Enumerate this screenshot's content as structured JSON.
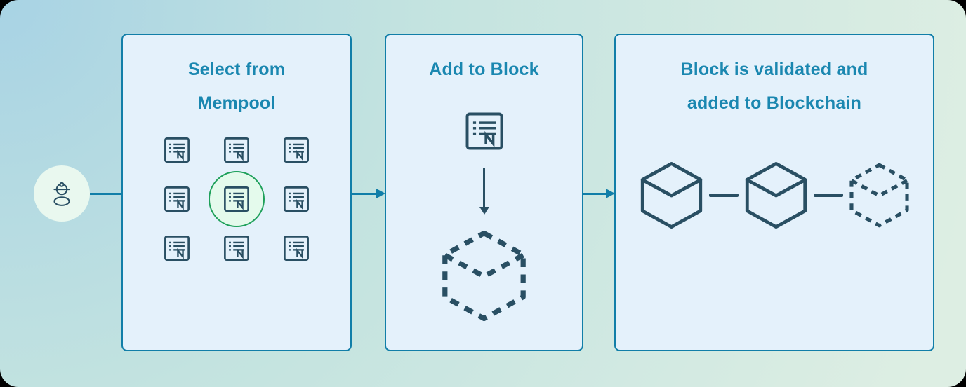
{
  "diagram": {
    "actor": {
      "label": "miner",
      "icon": "miner-icon"
    },
    "flow": [
      {
        "from": "miner",
        "to": "mempool-panel",
        "style": "line"
      },
      {
        "from": "mempool-panel",
        "to": "add-to-block-panel",
        "style": "arrow"
      },
      {
        "from": "add-to-block-panel",
        "to": "blockchain-panel",
        "style": "arrow"
      }
    ],
    "panels": [
      {
        "id": "mempool",
        "title_lines": [
          "Select from",
          "Mempool"
        ],
        "transactions": {
          "count": 9,
          "rows": 3,
          "cols": 3,
          "selected_index": 4,
          "icon": "transaction-icon",
          "selected_marker": "green-circle"
        }
      },
      {
        "id": "add-to-block",
        "title_lines": [
          "Add to Block"
        ],
        "content": [
          "transaction-icon",
          "down-arrow",
          "dashed-cube-icon"
        ]
      },
      {
        "id": "blockchain",
        "title_lines": [
          "Block is validated and",
          "added to Blockchain"
        ],
        "blocks": [
          {
            "style": "solid",
            "icon": "cube-icon"
          },
          {
            "style": "solid",
            "icon": "cube-icon"
          },
          {
            "style": "dashed",
            "icon": "dashed-cube-icon"
          }
        ]
      }
    ]
  },
  "icons": {
    "miner": "miner-icon",
    "transaction": "transaction-note-icon",
    "block": "cube-icon",
    "pending_block": "dashed-cube-icon"
  },
  "colors": {
    "accent": "#117ea8",
    "panel_bg": "#e4f1fb",
    "panel_border": "#117ea8",
    "title": "#1a87b0",
    "dark": "#294f63",
    "green": "#1ea05a",
    "green_bg": "#e4faec",
    "miner_bg": "#e9f8ef",
    "bg_start": "#a8d3e4",
    "bg_mid": "#c3e3e0",
    "bg_end": "#ddeee3"
  }
}
